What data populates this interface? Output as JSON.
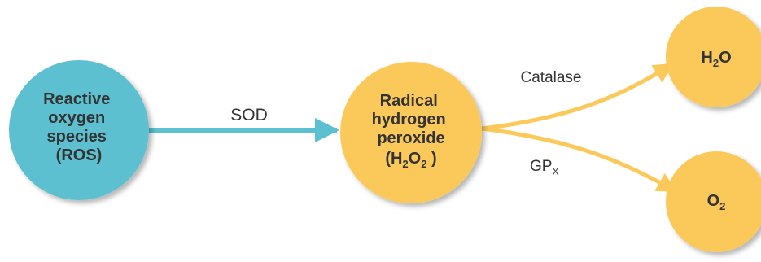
{
  "nodes": {
    "ros": {
      "lines": [
        "Reactive",
        "oxygen",
        "species",
        "(ROS)"
      ],
      "color": "#5bc0d0"
    },
    "h2o2": {
      "lines": [
        "Radical",
        "hydrogen",
        "peroxide"
      ],
      "formula": {
        "open": "(H",
        "sub1": "2",
        "mid": "O",
        "sub2": "2",
        "close": " )"
      },
      "color": "#fbc85a"
    },
    "h2o": {
      "text": "H",
      "sub": "2",
      "tail": "O",
      "color": "#fbc85a"
    },
    "o2": {
      "text": "O",
      "sub": "2",
      "color": "#fbc85a"
    }
  },
  "edges": {
    "sod": {
      "label": "SOD",
      "color": "#5bc0d0"
    },
    "catalase": {
      "label": "Catalase",
      "color": "#fbc85a"
    },
    "gpx": {
      "label": "GP",
      "sub": "X",
      "color": "#fbc85a"
    }
  }
}
